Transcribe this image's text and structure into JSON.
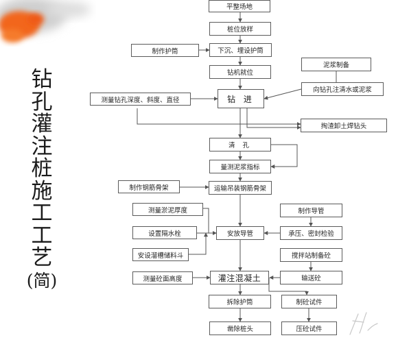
{
  "slide": {
    "title_chars": [
      "钻",
      "孔",
      "灌",
      "注",
      "桩",
      "施",
      "工",
      "工",
      "艺"
    ],
    "title_paren": "(简)"
  },
  "nodes": {
    "pingzheng": "平整场地",
    "zhuangwei": "桩位放样",
    "zhizuo_huтong": "制作护筒",
    "xiachen": "下沉、埋设护筒",
    "zuanji": "钻机就位",
    "nijiang": "泥浆制备",
    "celiang": "测量钻孔深度、斜度、直径",
    "zuanjin": "钻 进",
    "zhunijiang": "向钻孔注清水或泥浆",
    "zhazhao": "掏渣卸土焊钻头",
    "qingkong": "清 孔",
    "liangce": "量测泥浆指标",
    "zhizuo_gangjin": "制作钢筋骨架",
    "yunshu": "运输吊装钢筋骨架",
    "ceniceng": "测量淤泥厚度",
    "zhizuo_daoguan": "制作导管",
    "geshuishuan": "设置隔水栓",
    "anfang": "安放导管",
    "chengya": "承压、密封检验",
    "liaodou": "安设溜槽储料斗",
    "jiaoban": "搅拌站制备砼",
    "cegao": "测量砼面高度",
    "guanzhu": "灌注混凝土",
    "yunsong": "输送砼",
    "chaichu": "拆除护筒",
    "shijian": "制砼试件",
    "zaochu": "凿除桩头",
    "yashi": "压砼试件"
  },
  "colors": {
    "accent": "#f2661e",
    "line": "#555555",
    "text": "#1b1b1b"
  }
}
